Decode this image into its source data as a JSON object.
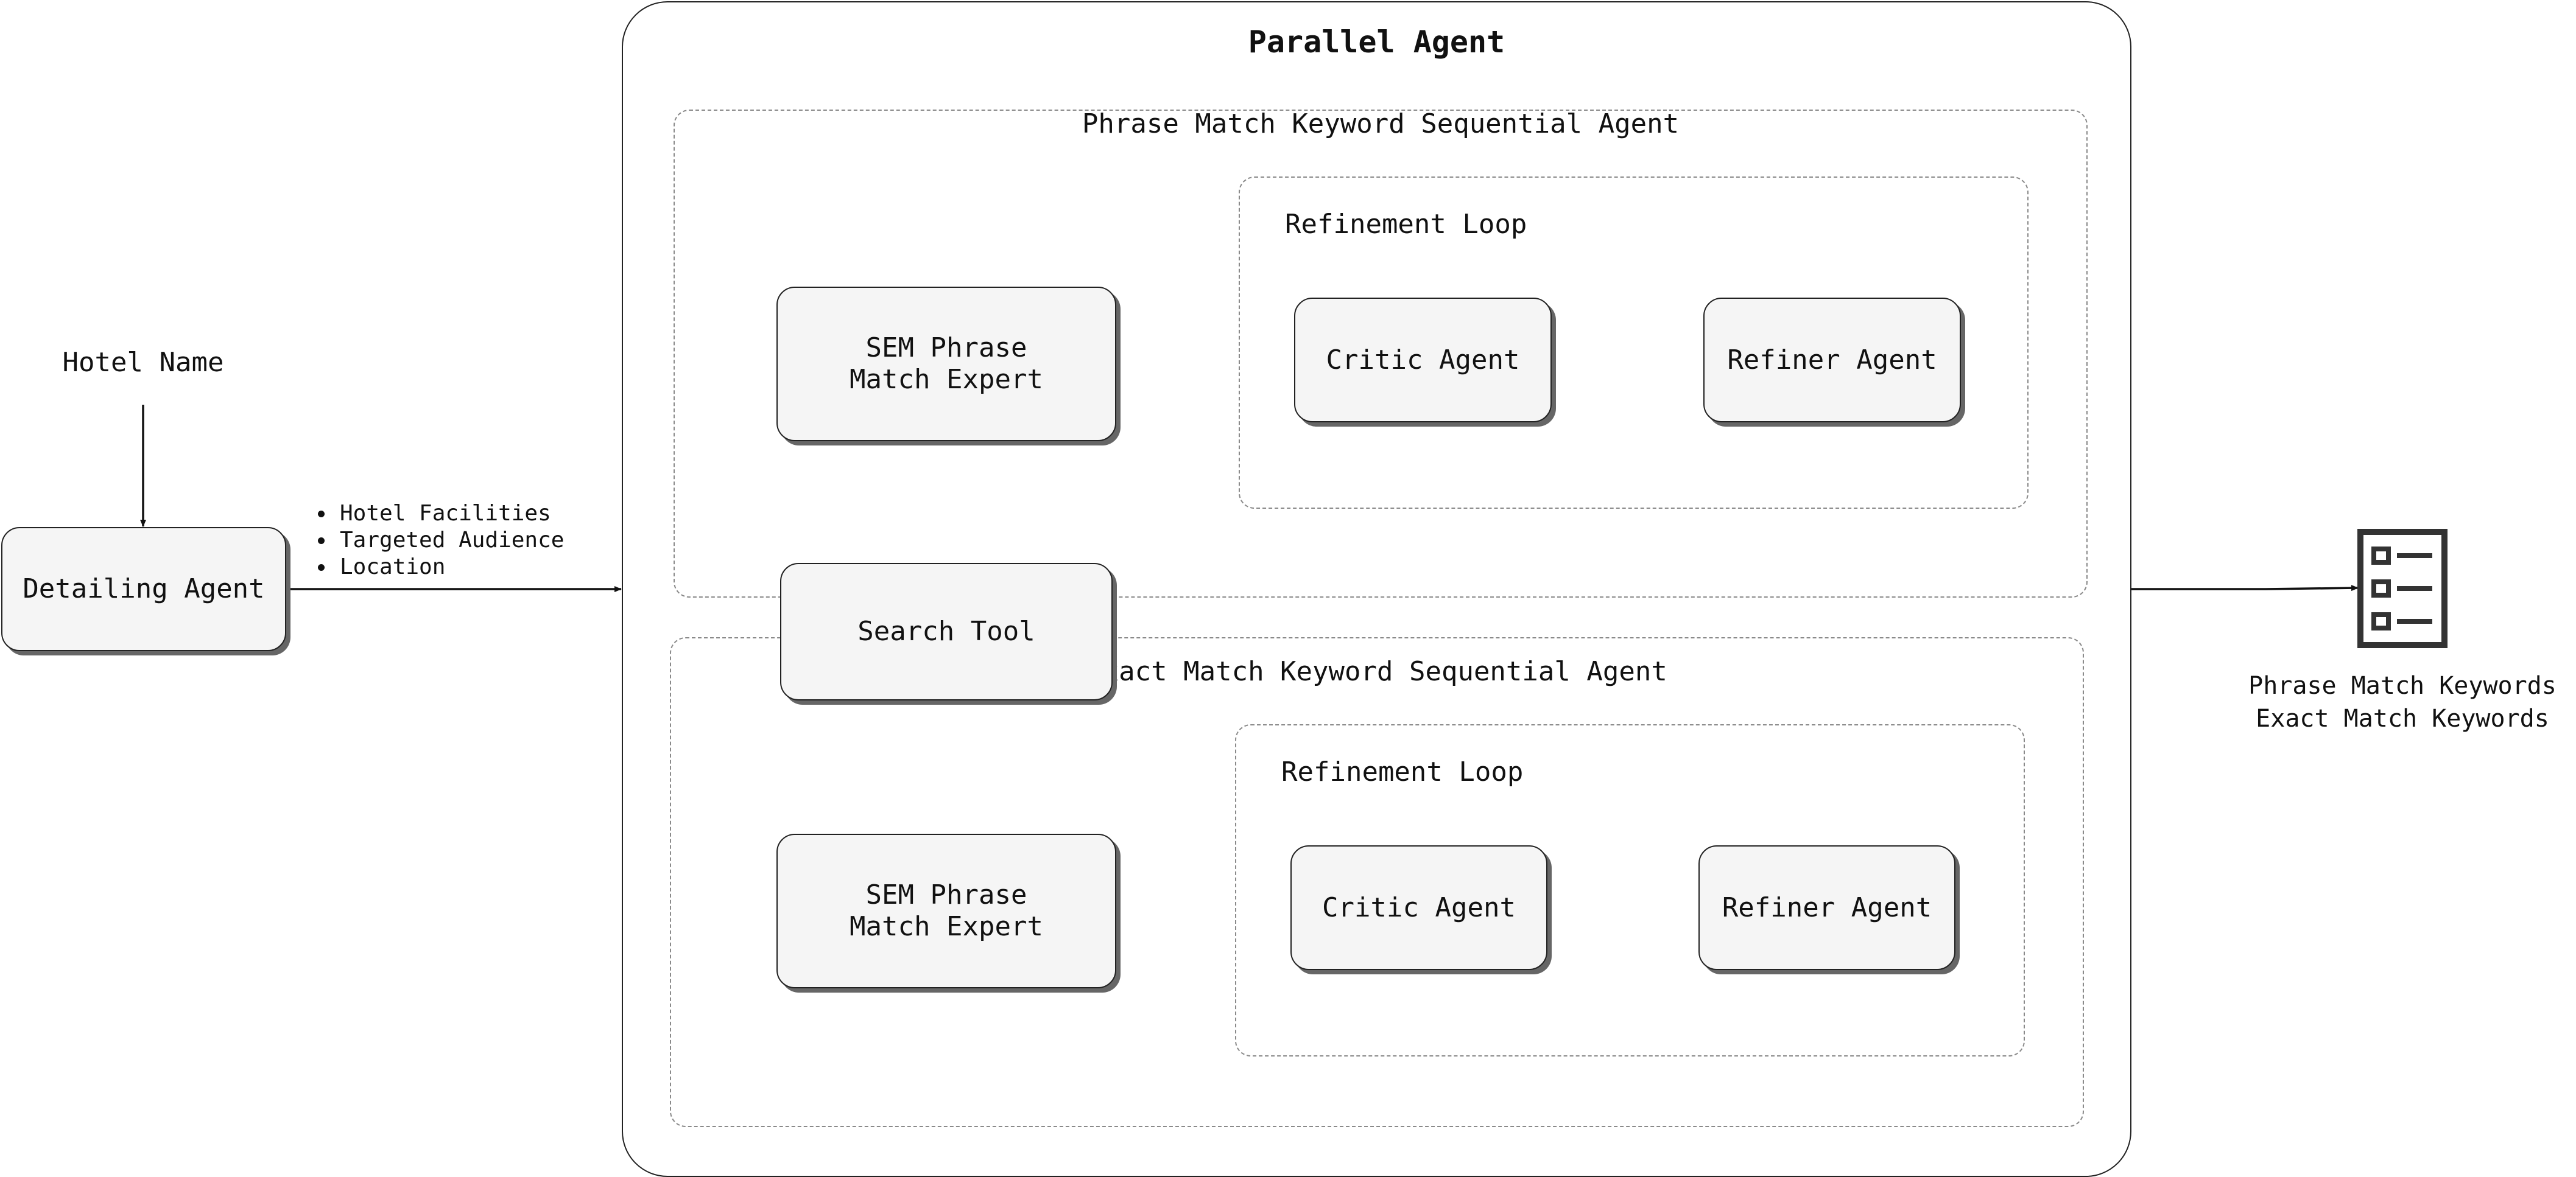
{
  "input": {
    "hotel_name": "Hotel Name"
  },
  "detailing_agent": {
    "label": "Detailing Agent"
  },
  "detail_outputs": [
    "Hotel Facilities",
    "Targeted Audience",
    "Location"
  ],
  "parallel_agent": {
    "title": "Parallel Agent"
  },
  "phrase_branch": {
    "title": "Phrase Match Keyword Sequential Agent",
    "expert_label": "SEM Phrase Match Expert",
    "loop": {
      "title": "Refinement Loop",
      "critic": "Critic Agent",
      "refiner": "Refiner Agent"
    }
  },
  "search_tool": {
    "label": "Search Tool"
  },
  "exact_branch": {
    "title": "Exact Match Keyword Sequential Agent",
    "expert_label": "SEM Phrase Match Expert",
    "loop": {
      "title": "Refinement Loop",
      "critic": "Critic Agent",
      "refiner": "Refiner Agent"
    }
  },
  "output": {
    "icon": "checklist-icon",
    "lines": [
      "Phrase Match Keywords",
      "Exact Match Keywords"
    ]
  },
  "colors": {
    "box_fill": "#f5f5f5",
    "stroke": "#222222",
    "dash": "#8a8a8a",
    "shadow": "#666666"
  }
}
